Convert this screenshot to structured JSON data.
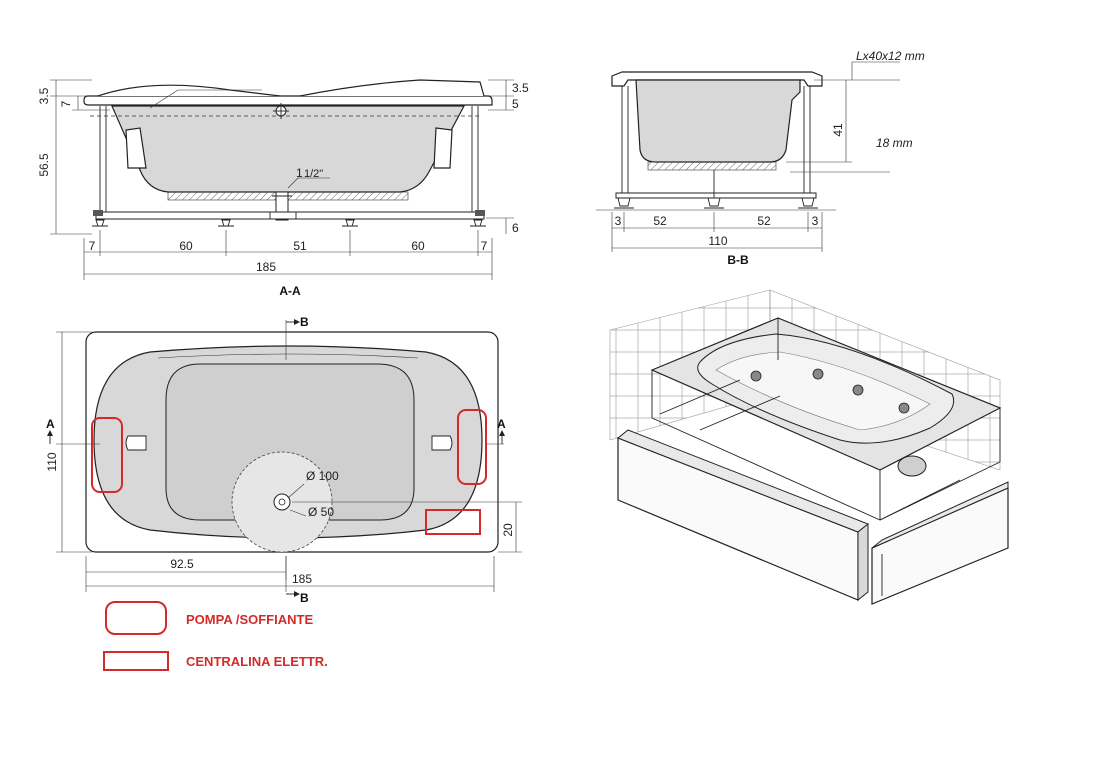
{
  "section_aa": {
    "label": "A-A",
    "dims_left": [
      "3.5",
      "7",
      "56.5"
    ],
    "dims_right": [
      "3.5",
      "5",
      "6"
    ],
    "dims_bottom": [
      "7",
      "60",
      "51",
      "60",
      "7"
    ],
    "total": "185",
    "pipe_whole": "1",
    "pipe_fraction": "1/2\""
  },
  "section_bb": {
    "label": "B-B",
    "note_profile": "Lx40x12 mm",
    "note_thickness": "18 mm",
    "dim_height": "41",
    "dims_bottom": [
      "3",
      "52",
      "52",
      "3"
    ],
    "total": "110"
  },
  "plan": {
    "marker_a_left": "A",
    "marker_a_right": "A",
    "marker_b_top": "B",
    "marker_b_bottom": "B",
    "dim_height": "110",
    "dim_drain_offset": "92.5",
    "dim_total": "185",
    "dim_right": "20",
    "circle_large": "Ø 100",
    "circle_small": "Ø 50"
  },
  "legend": {
    "pump": "POMPA /SOFFIANTE",
    "control": "CENTRALINA  ELETTR."
  },
  "colors": {
    "annotation": "#d42a2a"
  }
}
